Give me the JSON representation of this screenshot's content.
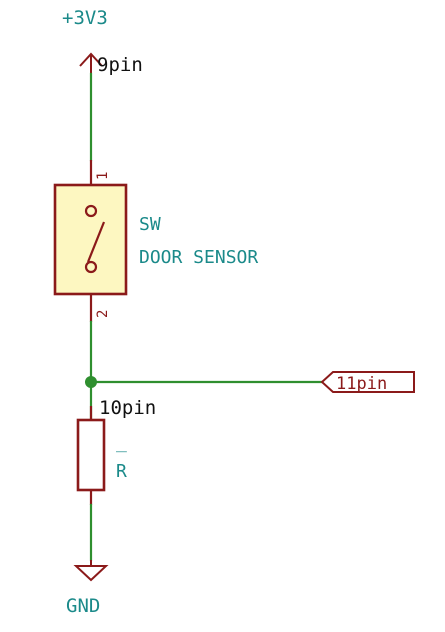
{
  "power": {
    "vcc_label": "+3V3",
    "gnd_label": "GND"
  },
  "switch": {
    "reference": "SW",
    "value": "DOOR SENSOR",
    "pin1": "1",
    "pin2": "2"
  },
  "resistor": {
    "reference": "_",
    "value": "R"
  },
  "net_labels": {
    "top_pin": "9pin",
    "mid_pin": "10pin",
    "global_label": "11pin"
  },
  "colors": {
    "wire": "#2f8f2f",
    "component": "#8b1a1a",
    "component_fill": "#fdf7c1",
    "label_teal": "#1b8a8a",
    "label_black": "#111111"
  }
}
